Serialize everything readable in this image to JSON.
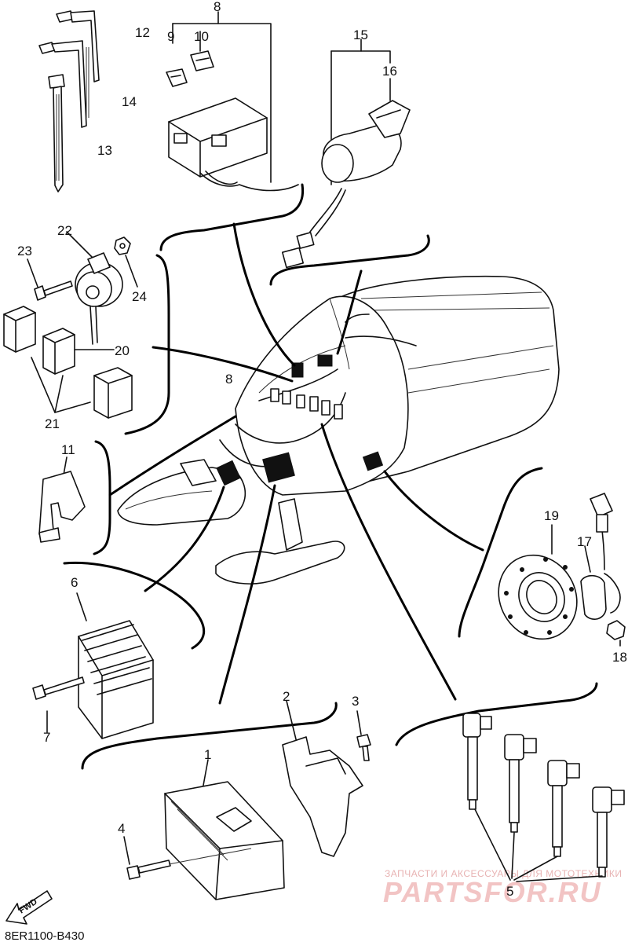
{
  "diagram": {
    "callouts": [
      "1",
      "2",
      "3",
      "4",
      "5",
      "6",
      "7",
      "8",
      "9",
      "10",
      "11",
      "12",
      "13",
      "14",
      "15",
      "16",
      "17",
      "18",
      "19",
      "20",
      "21",
      "22",
      "23",
      "24",
      "8"
    ],
    "drawing_code": "8ER1100-B430",
    "direction_label": "FWD"
  },
  "watermark": {
    "caption": "ЗАПЧАСТИ И АКСЕССУАРЫ ДЛЯ МОТОТЕХНИКИ",
    "brand": "PARTSFOR.RU"
  }
}
